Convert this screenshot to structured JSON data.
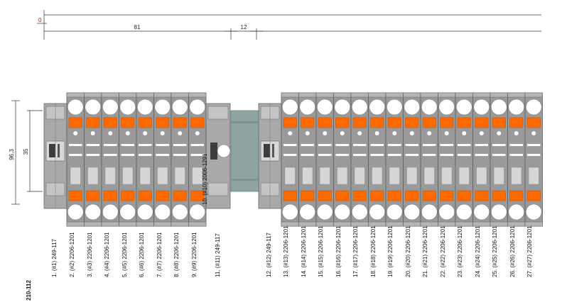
{
  "dimensions": {
    "zero": "0",
    "width_main": "81",
    "width_gap": "12",
    "height_total": "96,3",
    "height_rail": "35"
  },
  "assembly_code": "210-112",
  "rail_color": "#8ea5a4",
  "accent_color": "#ff6a00",
  "body_color": "#9a9a9a",
  "inline_label": "10. (#10) 2006-1291",
  "terminals": [
    "1. (#1) 249-117",
    "2. (#2) 2206-1201",
    "3. (#3) 2206-1201",
    "4. (#4) 2206-1201",
    "5. (#5) 2206-1201",
    "6. (#6) 2206-1201",
    "7. (#7) 2206-1201",
    "8. (#8) 2206-1201",
    "9. (#9) 2206-1201",
    "11. (#11) 249-117",
    "12. (#12) 249-117",
    "13. (#13) 2206-1201",
    "14. (#14) 2206-1201",
    "15. (#15) 2206-1201",
    "16. (#16) 2206-1201",
    "17. (#17) 2206-1201",
    "18. (#18) 2206-1201",
    "19. (#19) 2206-1201",
    "20. (#20) 2206-1201",
    "21. (#21) 2206-1201",
    "22. (#22) 2206-1201",
    "23. (#23) 2206-1201",
    "24. (#24) 2206-1201",
    "25. (#25) 2206-1201",
    "26. (#26) 2206-1201",
    "27. (#27) 2206-1201"
  ]
}
